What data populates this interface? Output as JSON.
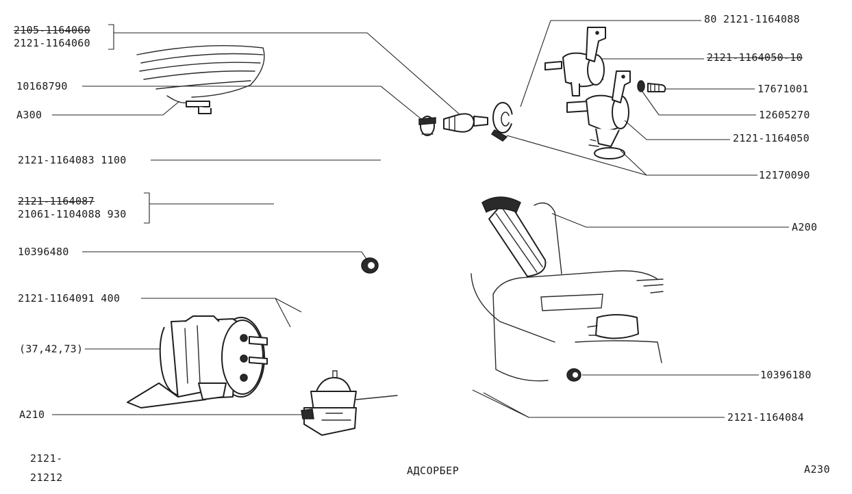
{
  "labels_left": [
    {
      "id": "l1a",
      "text": "2105-1164060",
      "strike": true
    },
    {
      "id": "l1b",
      "text": "2121-1164060",
      "strike": false
    },
    {
      "id": "l2",
      "text": "10168790",
      "strike": false
    },
    {
      "id": "l3",
      "text": "A300",
      "strike": false
    },
    {
      "id": "l4",
      "text": "2121-1164083 1100",
      "strike": false
    },
    {
      "id": "l5a",
      "text": "2121-1164087",
      "strike": true
    },
    {
      "id": "l5b",
      "text": "21061-1104088 930",
      "strike": false
    },
    {
      "id": "l6",
      "text": "10396480",
      "strike": false
    },
    {
      "id": "l7",
      "text": "2121-1164091 400",
      "strike": false
    },
    {
      "id": "l8",
      "text": "(37,42,73)",
      "strike": false
    },
    {
      "id": "l9",
      "text": "A210",
      "strike": false
    }
  ],
  "labels_right": [
    {
      "id": "r1",
      "text": "80 2121-1164088",
      "strike": false
    },
    {
      "id": "r2",
      "text": "2121-1164050-10",
      "strike": true
    },
    {
      "id": "r3",
      "text": "17671001",
      "strike": false
    },
    {
      "id": "r4",
      "text": "12605270",
      "strike": false
    },
    {
      "id": "r5",
      "text": "2121-1164050",
      "strike": false
    },
    {
      "id": "r6",
      "text": "12170090",
      "strike": false
    },
    {
      "id": "r7",
      "text": "A200",
      "strike": false
    },
    {
      "id": "r8",
      "text": "10396180",
      "strike": false
    },
    {
      "id": "r9",
      "text": "2121-1164084",
      "strike": false
    }
  ],
  "footer": {
    "model_top": "2121-",
    "model_bottom": "21212",
    "title": "АДСОРБЕР",
    "code": "A230"
  }
}
